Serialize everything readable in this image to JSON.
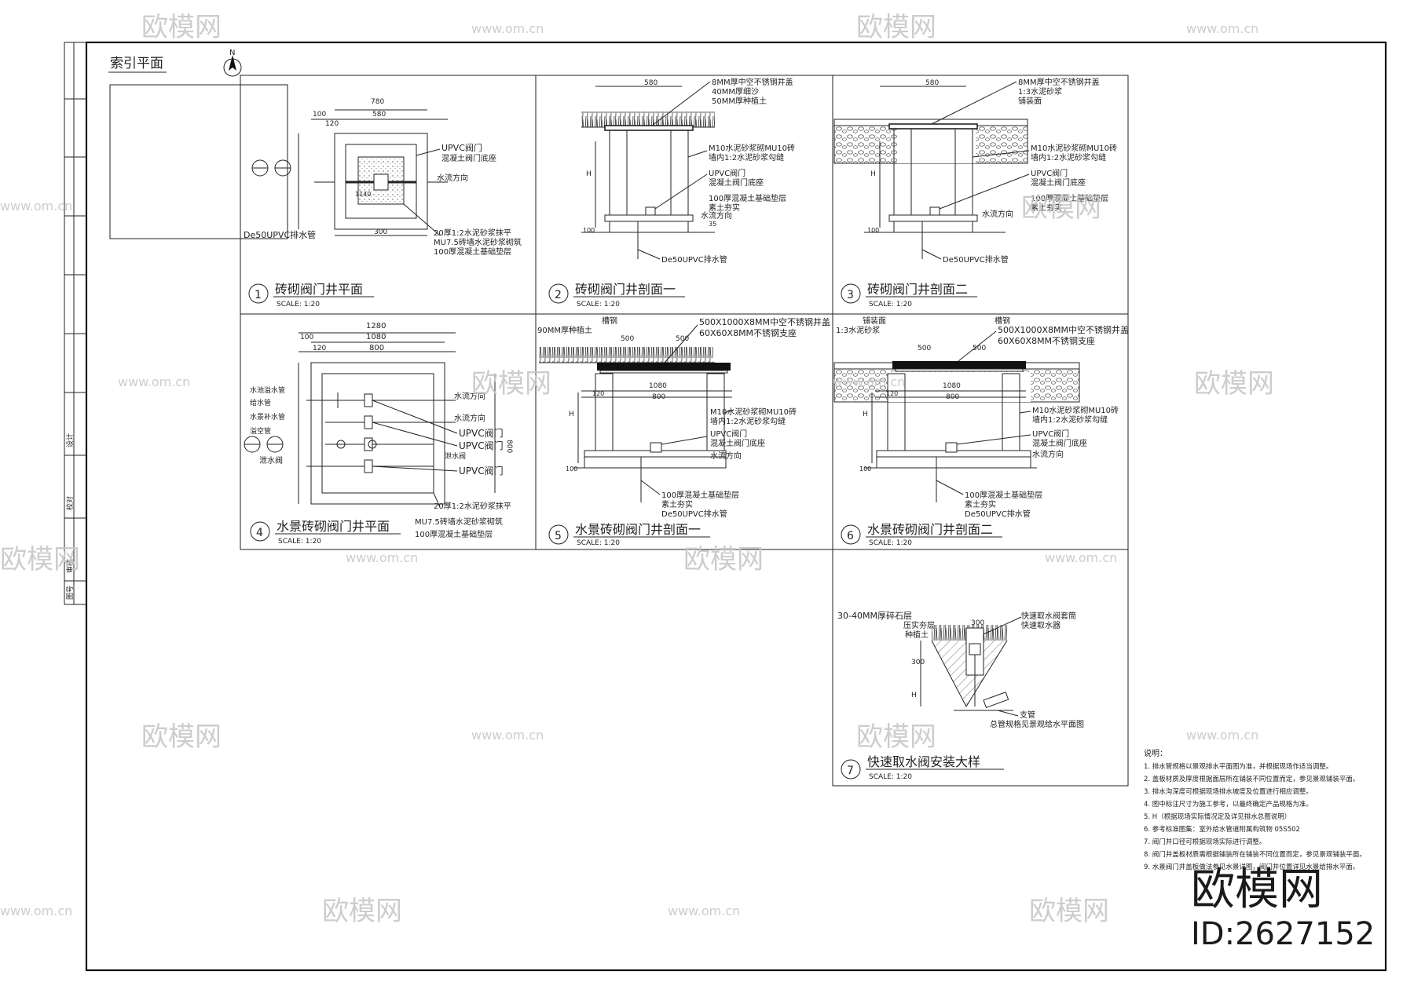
{
  "index_plan": {
    "title": "索引平面",
    "north": "N"
  },
  "panels": [
    {
      "num": "1",
      "title": "砖砌阀门井平面",
      "scale": "SCALE:   1:20"
    },
    {
      "num": "2",
      "title": "砖砌阀门井剖面一",
      "scale": "SCALE:   1:20"
    },
    {
      "num": "3",
      "title": "砖砌阀门井剖面二",
      "scale": "SCALE:   1:20"
    },
    {
      "num": "4",
      "title": "水景砖砌阀门井平面",
      "scale": "SCALE:   1:20"
    },
    {
      "num": "5",
      "title": "水景砖砌阀门井剖面一",
      "scale": "SCALE:   1:20"
    },
    {
      "num": "6",
      "title": "水景砖砌阀门井剖面二",
      "scale": "SCALE:   1:20"
    },
    {
      "num": "7",
      "title": "快速取水阀安装大样",
      "scale": "SCALE:   1:20"
    }
  ],
  "p1": {
    "dims": [
      "780",
      "580",
      "100",
      "120",
      "300",
      "1140"
    ],
    "labels": [
      "UPVC阀门",
      "混凝土阀门底座",
      "水流方向",
      "20厚1:2水泥砂浆抹平",
      "MU7.5砖墙水泥砂浆砌筑",
      "100厚混凝土基础垫层",
      "De50UPVC排水管"
    ]
  },
  "p2": {
    "dims": [
      "580",
      "H",
      "100",
      "35"
    ],
    "labels": [
      "8MM厚中空不锈钢井盖",
      "40MM厚细沙",
      "50MM厚种植土",
      "M10水泥砂浆砌MU10砖",
      "墙内1:2水泥砂浆勾缝",
      "UPVC阀门",
      "混凝土阀门底座",
      "100厚混凝土基础垫层",
      "素土夯实",
      "水流方向",
      "De50UPVC排水管"
    ]
  },
  "p3": {
    "dims": [
      "580",
      "H",
      "100"
    ],
    "labels": [
      "8MM厚中空不锈钢井盖",
      "1:3水泥砂浆",
      "铺装面",
      "M10水泥砂浆砌MU10砖",
      "墙内1:2水泥砂浆勾缝",
      "UPVC阀门",
      "混凝土阀门底座",
      "100厚混凝土基础垫层",
      "素土夯实",
      "水流方向",
      "De50UPVC排水管"
    ]
  },
  "p4": {
    "dims": [
      "1280",
      "1080",
      "800",
      "100",
      "120",
      "800"
    ],
    "labels": [
      "水池溢水管",
      "给水管",
      "水景补水管",
      "溢空管",
      "泄水阀",
      "水流方向",
      "水流方向",
      "UPVC阀门",
      "UPVC阀门",
      "UPVC阀门",
      "泄水阀",
      "20厚1:2水泥砂浆抹平",
      "MU7.5砖墙水泥砂浆砌筑",
      "100厚混凝土基础垫层"
    ]
  },
  "p5": {
    "dims": [
      "500",
      "500",
      "1080",
      "120",
      "800",
      "H",
      "100"
    ],
    "labels": [
      "90MM厚种植土",
      "槽钢",
      "500X1000X8MM中空不锈钢井盖",
      "60X60X8MM不锈钢支座",
      "M10水泥砂浆砌MU10砖",
      "墙内1:2水泥砂浆勾缝",
      "UPVC阀门",
      "混凝土阀门底座",
      "水流方向",
      "100厚混凝土基础垫层",
      "素土夯实",
      "De50UPVC排水管"
    ]
  },
  "p6": {
    "dims": [
      "500",
      "500",
      "1080",
      "120",
      "800",
      "H",
      "100"
    ],
    "labels": [
      "铺装面",
      "1:3水泥砂浆",
      "槽钢",
      "500X1000X8MM中空不锈钢井盖",
      "60X60X8MM不锈钢支座",
      "M10水泥砂浆砌MU10砖",
      "墙内1:2水泥砂浆勾缝",
      "UPVC阀门",
      "混凝土阀门底座",
      "水流方向",
      "100厚混凝土基础垫层",
      "素土夯实",
      "De50UPVC排水管"
    ]
  },
  "p7": {
    "dims": [
      "300",
      "H"
    ],
    "labels": [
      "30-40MM厚碎石层",
      "压实夯层",
      "种植土",
      "快速取水阀套筒",
      "快速取水器",
      "支管",
      "总管规格见景观给水平面图"
    ]
  },
  "notes": {
    "title": "说明：",
    "items": [
      "1. 排水管规格以景观排水平面图为准，并根据现场作适当调整。",
      "2. 盖板材质及厚度根据面层所在铺装不同位置而定，参见景观铺装平面。",
      "3. 排水沟深度可根据现场排水坡度及位置进行相应调整。",
      "4. 图中标注尺寸为施工参考，以最终确定产品规格为准。",
      "5. H（根据现场实际情况定及详见排水总图说明）",
      "6. 参考标准图集：室外给水管道附属构筑物 05S502",
      "7. 阀门井口径可根据现场实际进行调整。",
      "8. 阀门井盖板材质需根据铺装所在铺装不同位置而定，参见景观铺装平面。",
      "9. 水景阀门井盖板做法参见水景详图，阀门井位置详见水景给排水平面。"
    ]
  },
  "sidebar": {
    "texts": [
      "设计",
      "校对",
      "审核",
      "图号"
    ]
  },
  "watermarks": {
    "brand": "欧模网",
    "url": "www.om.cn",
    "id": "ID:2627152"
  }
}
